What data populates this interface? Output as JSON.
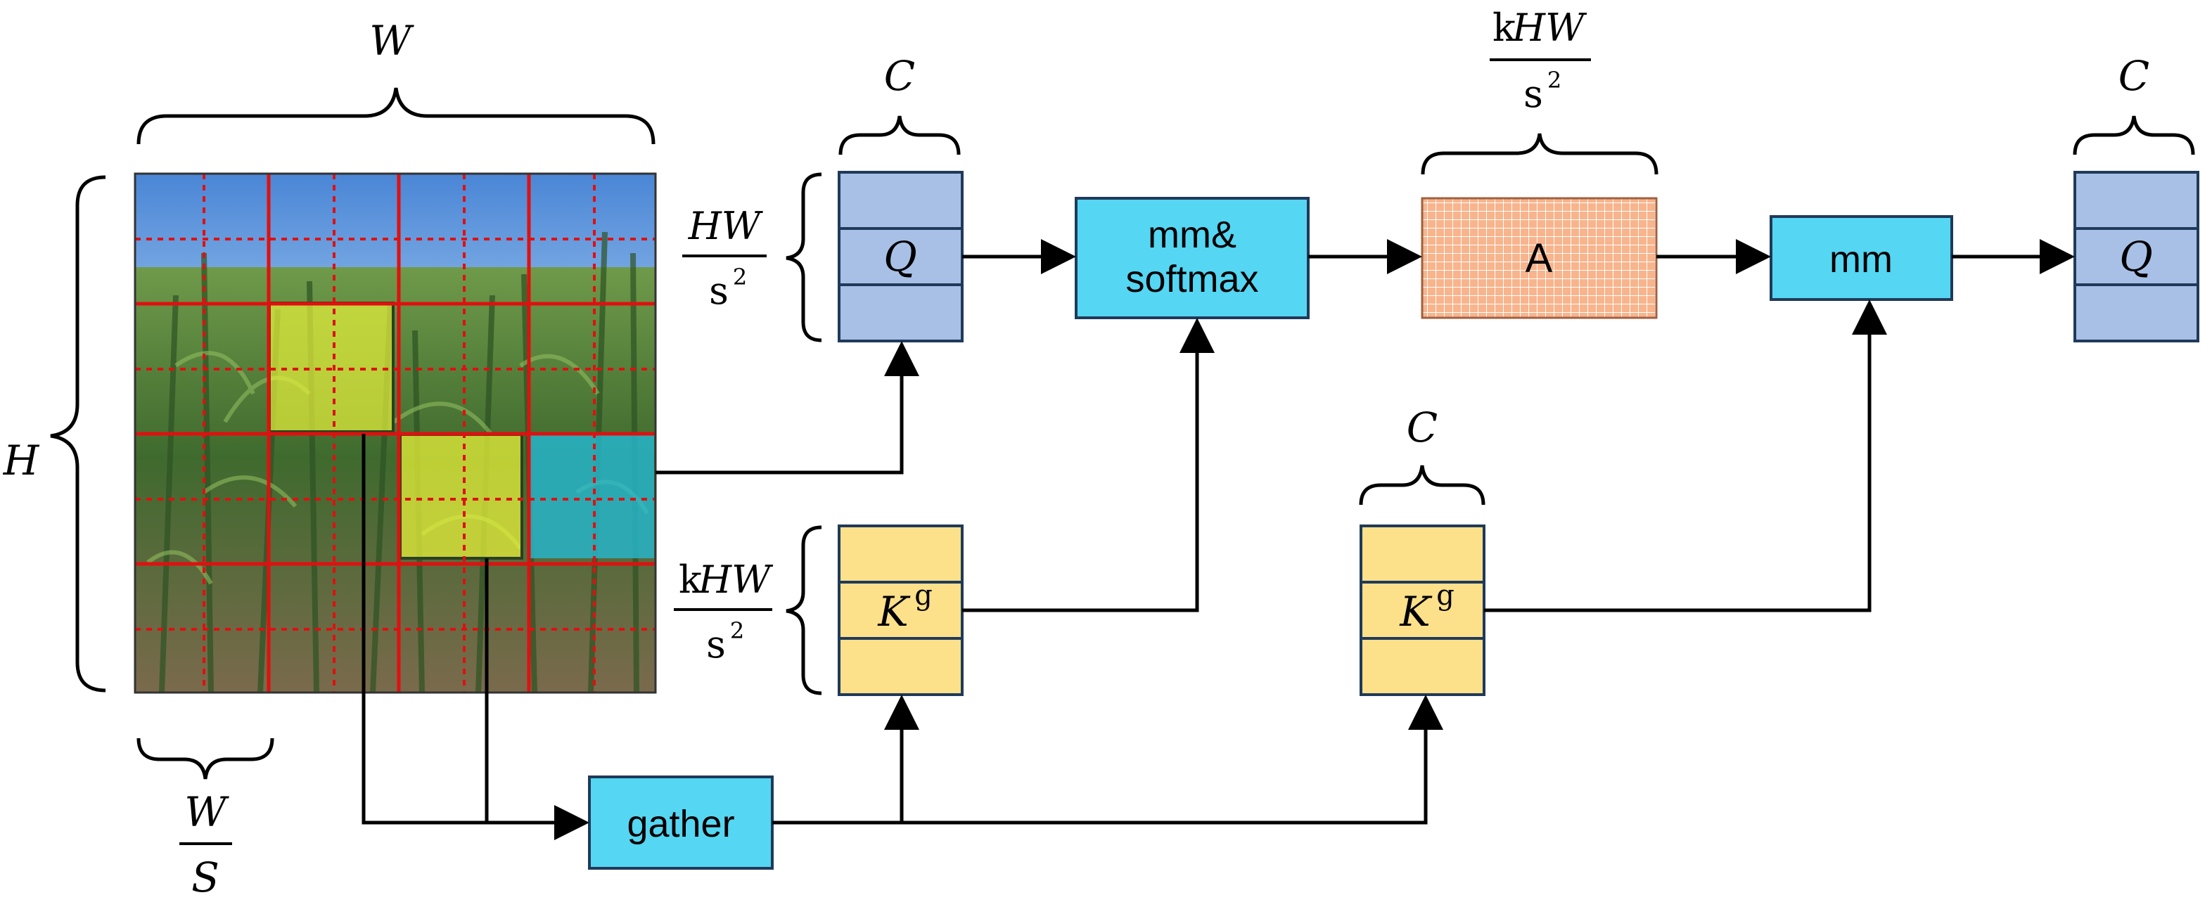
{
  "labels": {
    "image_width": "W",
    "image_height": "H",
    "window_width_num": "W",
    "window_width_den": "S",
    "q_rows_num": "HW",
    "q_rows_den": "s",
    "k_rows_num_k": "k",
    "k_rows_num": "HW",
    "k_rows_den": "s",
    "a_cols_num_k": "k",
    "a_cols_num": "HW",
    "a_cols_den": "s",
    "exponent": "2",
    "channels_q": "C",
    "channels_k": "C",
    "channels_out": "C"
  },
  "blocks": {
    "q_input": "Q",
    "k_gathered_1": "K",
    "k_gathered_2": "K",
    "k_superscript": "g",
    "attention": "A",
    "q_output": "Q"
  },
  "ops": {
    "mm_softmax_line1": "mm&",
    "mm_softmax_line2": "softmax",
    "mm": "mm",
    "gather": "gather"
  },
  "colors": {
    "op_fill": "#55d6f2",
    "q_fill": "#a9c0e6",
    "k_fill": "#fde08a",
    "a_fill": "#f8b48c",
    "grid_red": "#e01010",
    "highlight_yellow": "#e8f23a",
    "highlight_cyan": "#24b9d3",
    "edge_dark": "#1f3a5a"
  }
}
